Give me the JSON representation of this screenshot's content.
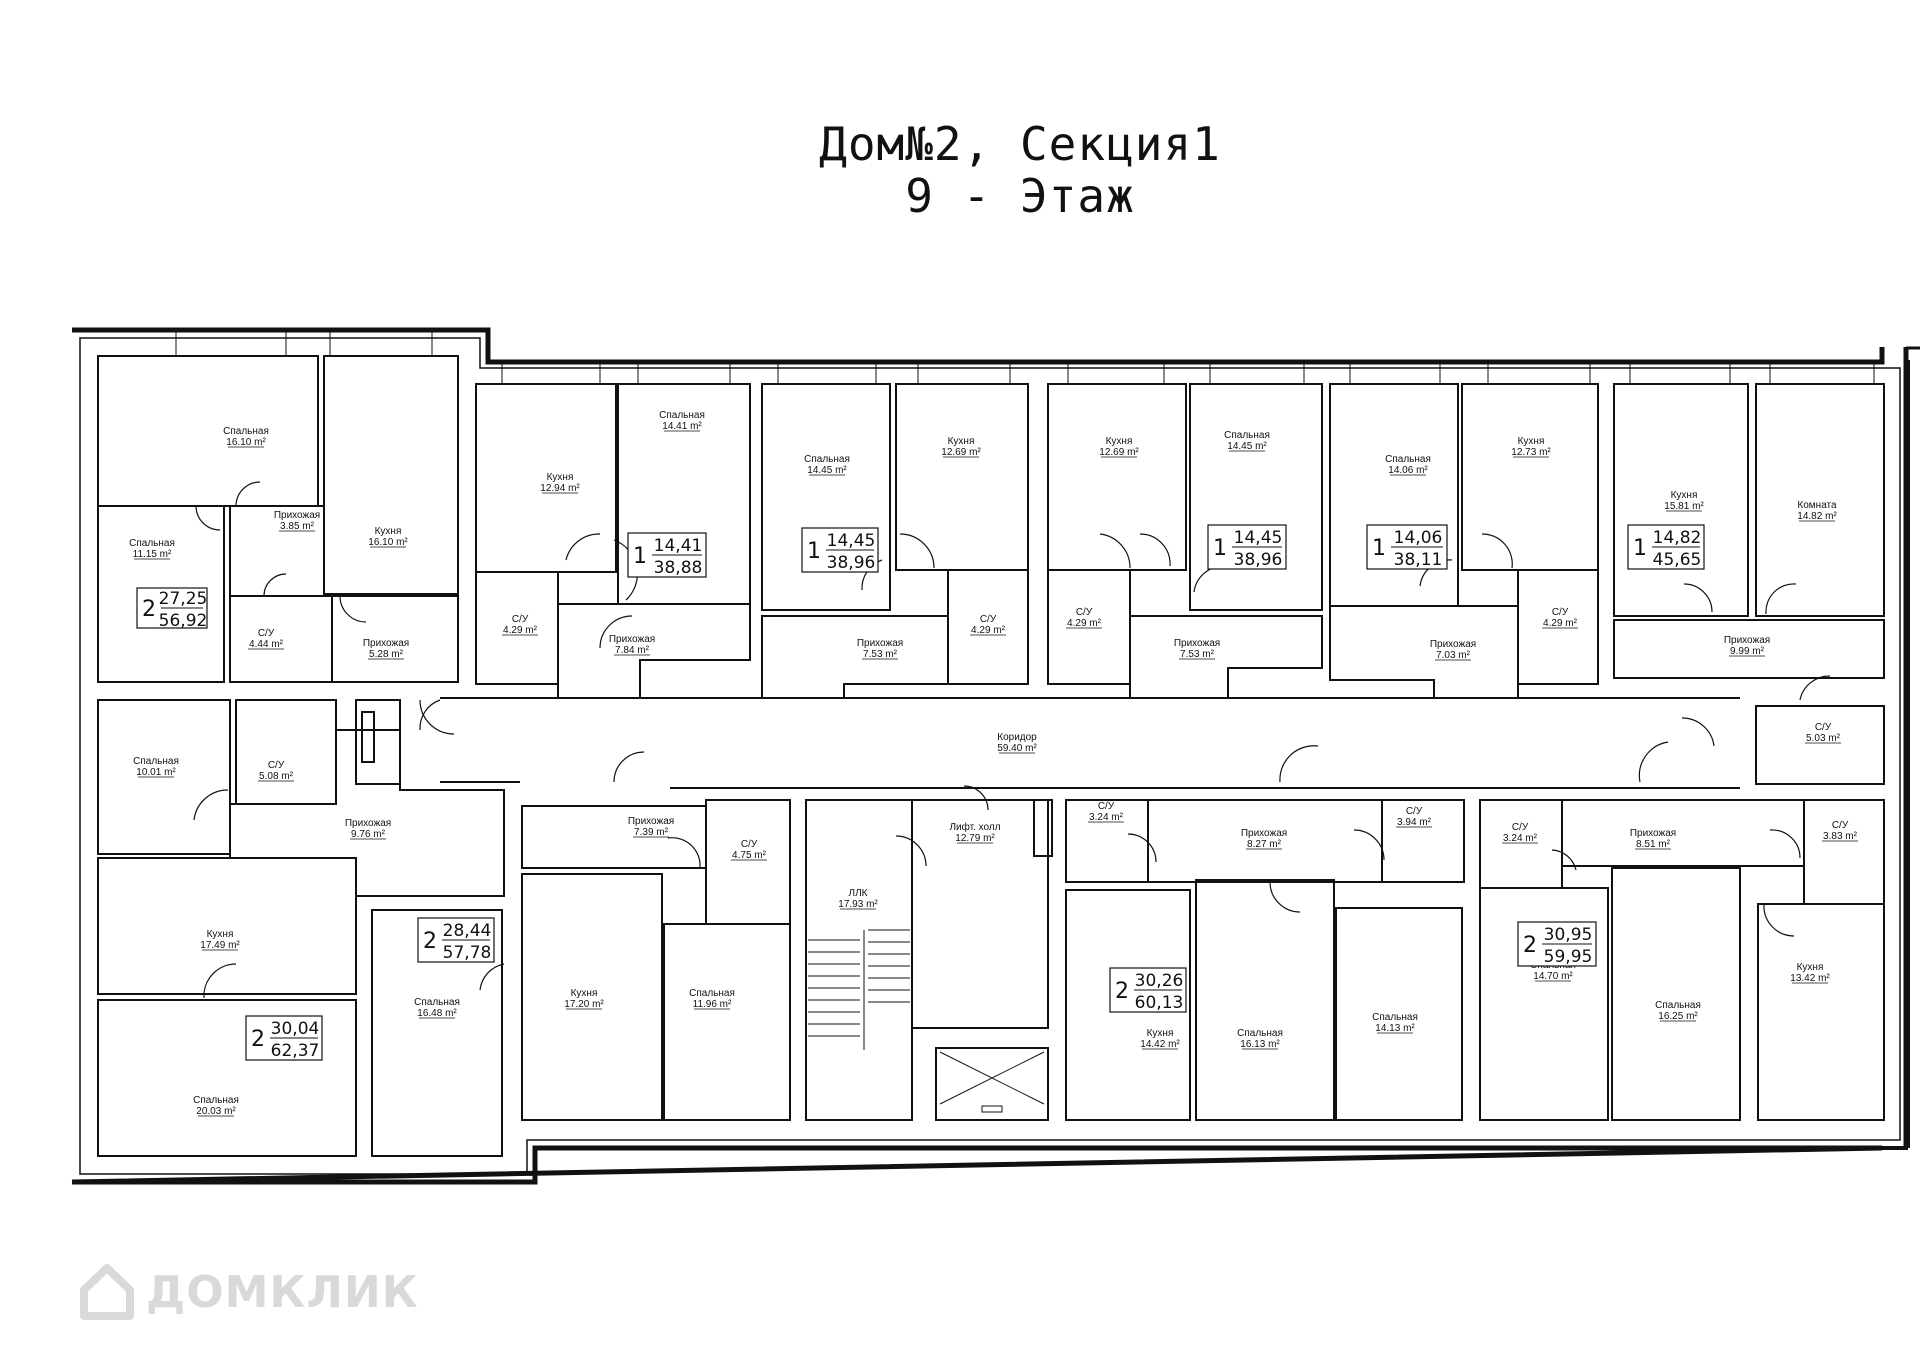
{
  "title": {
    "line1": "Дом№2, Секция1",
    "line2": "9 - Этаж"
  },
  "watermark": {
    "text": "ДОМКЛИК",
    "icon": "house-logo-icon"
  },
  "rooms": [
    {
      "name": "Спальная",
      "area": "16.10 m²"
    },
    {
      "name": "Кухня",
      "area": "16.10 m²"
    },
    {
      "name": "Спальная",
      "area": "11.15 m²"
    },
    {
      "name": "Прихожая",
      "area": "3.85 m²"
    },
    {
      "name": "С/У",
      "area": "4.44 m²"
    },
    {
      "name": "Прихожая",
      "area": "5.28 m²"
    },
    {
      "name": "Кухня",
      "area": "12.94 m²"
    },
    {
      "name": "Спальная",
      "area": "14.41 m²"
    },
    {
      "name": "С/У",
      "area": "4.29 m²"
    },
    {
      "name": "Прихожая",
      "area": "7.84 m²"
    },
    {
      "name": "Спальная",
      "area": "14.45 m²"
    },
    {
      "name": "Кухня",
      "area": "12.69 m²"
    },
    {
      "name": "Прихожая",
      "area": "7.53 m²"
    },
    {
      "name": "С/У",
      "area": "4.29 m²"
    },
    {
      "name": "Кухня",
      "area": "12.69 m²"
    },
    {
      "name": "Спальная",
      "area": "14.45 m²"
    },
    {
      "name": "С/У",
      "area": "4.29 m²"
    },
    {
      "name": "Прихожая",
      "area": "7.53 m²"
    },
    {
      "name": "Спальная",
      "area": "14.06 m²"
    },
    {
      "name": "Кухня",
      "area": "12.73 m²"
    },
    {
      "name": "Прихожая",
      "area": "7.03 m²"
    },
    {
      "name": "С/У",
      "area": "4.29 m²"
    },
    {
      "name": "Кухня",
      "area": "15.81 m²"
    },
    {
      "name": "Комната",
      "area": "14.82 m²"
    },
    {
      "name": "Прихожая",
      "area": "9.99 m²"
    },
    {
      "name": "С/У",
      "area": "5.03 m²"
    },
    {
      "name": "Коридор",
      "area": "59.40 m²"
    },
    {
      "name": "Спальная",
      "area": "10.01 m²"
    },
    {
      "name": "С/У",
      "area": "5.08 m²"
    },
    {
      "name": "Прихожая",
      "area": "9.76 m²"
    },
    {
      "name": "Кухня",
      "area": "17.49 m²"
    },
    {
      "name": "Спальная",
      "area": "20.03 m²"
    },
    {
      "name": "Спальная",
      "area": "16.48 m²"
    },
    {
      "name": "Прихожая",
      "area": "7.39 m²"
    },
    {
      "name": "С/У",
      "area": "4.75 m²"
    },
    {
      "name": "Кухня",
      "area": "17.20 m²"
    },
    {
      "name": "Спальная",
      "area": "11.96 m²"
    },
    {
      "name": "ЛЛК",
      "area": "17.93 m²"
    },
    {
      "name": "Лифт. холл",
      "area": "12.79 m²"
    },
    {
      "name": "С/У",
      "area": "3.24 m²"
    },
    {
      "name": "Прихожая",
      "area": "8.27 m²"
    },
    {
      "name": "С/У",
      "area": "3.94 m²"
    },
    {
      "name": "Кухня",
      "area": "14.42 m²"
    },
    {
      "name": "Спальная",
      "area": "16.13 m²"
    },
    {
      "name": "Спальная",
      "area": "14.13 m²"
    },
    {
      "name": "С/У",
      "area": "3.24 m²"
    },
    {
      "name": "Прихожая",
      "area": "8.51 m²"
    },
    {
      "name": "С/У",
      "area": "3.83 m²"
    },
    {
      "name": "Спальная",
      "area": "14.70 m²"
    },
    {
      "name": "Спальная",
      "area": "16.25 m²"
    },
    {
      "name": "Кухня",
      "area": "13.42 m²"
    }
  ],
  "apartments": [
    {
      "rooms": "2",
      "living": "27,25",
      "total": "56,92"
    },
    {
      "rooms": "1",
      "living": "14,41",
      "total": "38,88"
    },
    {
      "rooms": "1",
      "living": "14,45",
      "total": "38,96"
    },
    {
      "rooms": "1",
      "living": "14,45",
      "total": "38,96"
    },
    {
      "rooms": "1",
      "living": "14,06",
      "total": "38,11"
    },
    {
      "rooms": "1",
      "living": "14,82",
      "total": "45,65"
    },
    {
      "rooms": "2",
      "living": "28,44",
      "total": "57,78"
    },
    {
      "rooms": "2",
      "living": "30,04",
      "total": "62,37"
    },
    {
      "rooms": "2",
      "living": "30,26",
      "total": "60,13"
    },
    {
      "rooms": "2",
      "living": "30,95",
      "total": "59,95"
    }
  ]
}
